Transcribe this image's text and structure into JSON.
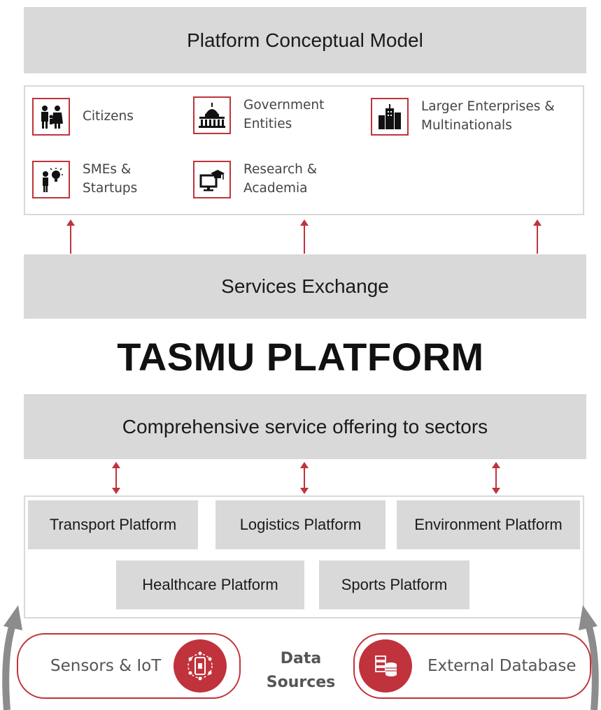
{
  "header": {
    "title": "Platform Conceptual Model"
  },
  "stakeholders": [
    {
      "label": "Citizens",
      "icon": "family-icon"
    },
    {
      "label": "Government\nEntities",
      "icon": "government-building-icon"
    },
    {
      "label": "Larger Enterprises &\nMultinationals",
      "icon": "skyscrapers-icon"
    },
    {
      "label": "SMEs &\nStartups",
      "icon": "entrepreneur-lightbulb-icon"
    },
    {
      "label": "Research &\nAcademia",
      "icon": "computer-graduation-cap-icon"
    }
  ],
  "services_exchange": {
    "label": "Services Exchange"
  },
  "main_title": "TASMU PLATFORM",
  "offering": {
    "label": "Comprehensive service offering to sectors"
  },
  "platforms": [
    "Transport Platform",
    "Logistics Platform",
    "Environment Platform",
    "Healthcare Platform",
    "Sports Platform"
  ],
  "data_sources": {
    "left": {
      "label": "Sensors & IoT",
      "icon": "iot-phone-icon"
    },
    "center": {
      "line1": "Data",
      "line2": "Sources"
    },
    "right": {
      "label": "External Database",
      "icon": "database-server-icon"
    }
  },
  "colors": {
    "accent": "#c0333c",
    "band": "#d9d9d9",
    "arrow_gray": "#8c8c8c"
  }
}
